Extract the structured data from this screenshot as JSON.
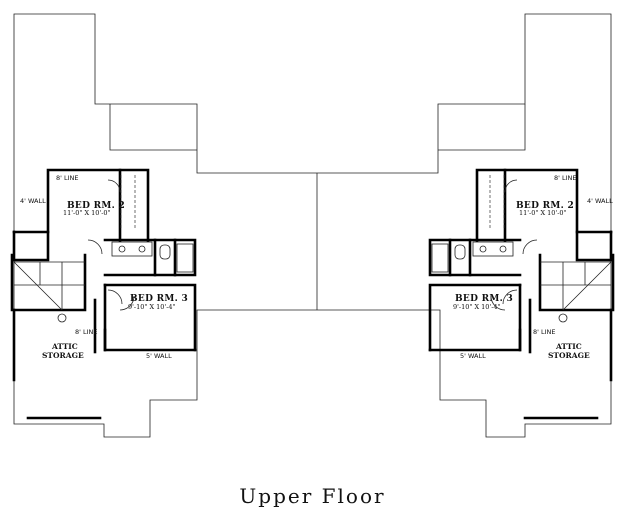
{
  "caption": "Upper Floor",
  "units": {
    "left": {
      "bed2_name": "BED RM. 2",
      "bed2_dim": "11'-0\" X 10'-0\"",
      "bed3_name": "BED RM. 3",
      "bed3_dim": "9'-10\" X 10'-4\"",
      "line_top": "8' LINE",
      "wall_side": "4' WALL",
      "line_attic": "8' LINE",
      "attic_1": "ATTIC",
      "attic_2": "STORAGE",
      "wall_bottom": "5' WALL"
    },
    "right": {
      "bed2_name": "BED RM. 2",
      "bed2_dim": "11'-0\" X 10'-0\"",
      "bed3_name": "BED RM. 3",
      "bed3_dim": "9'-10\" X 10'-4\"",
      "line_top": "8' LINE",
      "wall_side": "4' WALL",
      "line_attic": "8' LINE",
      "attic_1": "ATTIC",
      "attic_2": "STORAGE",
      "wall_bottom": "5' WALL"
    }
  }
}
